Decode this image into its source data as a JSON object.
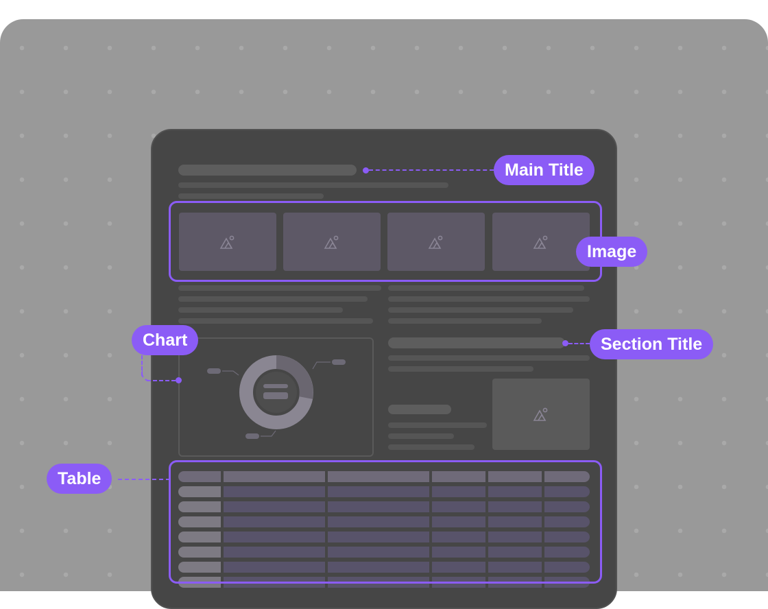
{
  "labels": {
    "main_title": "Main Title",
    "image": "Image",
    "section_title": "Section Title",
    "chart": "Chart",
    "table": "Table"
  },
  "icons": {
    "thumbnail": "image-placeholder-icon"
  },
  "colors": {
    "accent": "#8b5cf6",
    "board": "#999999",
    "document": "#464646"
  }
}
